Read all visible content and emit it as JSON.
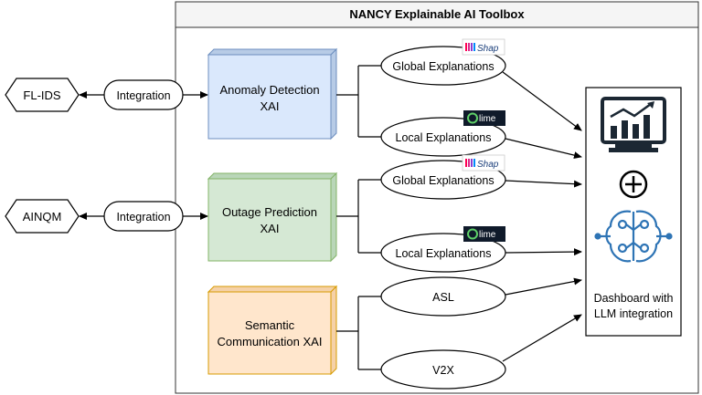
{
  "toolbox": {
    "title": "NANCY Explainable AI Toolbox"
  },
  "external": {
    "fl_ids": "FL-IDS",
    "ainqm": "AINQM",
    "integration_1": "Integration",
    "integration_2": "Integration"
  },
  "modules": {
    "anomaly": [
      "Anomaly Detection",
      "XAI"
    ],
    "outage": [
      "Outage Prediction",
      "XAI"
    ],
    "semantic": [
      "Semantic",
      "Communication XAI"
    ]
  },
  "explanations": {
    "global_1": "Global Explanations",
    "local_1": "Local Explanations",
    "global_2": "Global Explanations",
    "local_2": "Local Explanations",
    "asl": "ASL",
    "v2x": "V2X"
  },
  "logos": {
    "shap": "Shap",
    "lime": "lime"
  },
  "dashboard": {
    "label": [
      "Dashboard with",
      "LLM integration"
    ]
  },
  "colors": {
    "anomaly_fill": "#dae8fc",
    "anomaly_stroke": "#6c8ebf",
    "outage_fill": "#d5e8d4",
    "outage_stroke": "#82b366",
    "semantic_fill": "#ffe6cc",
    "semantic_stroke": "#d79b00",
    "title_bar": "#f5f5f5",
    "icon_dark": "#1b2733",
    "icon_blue": "#2e74b5"
  }
}
